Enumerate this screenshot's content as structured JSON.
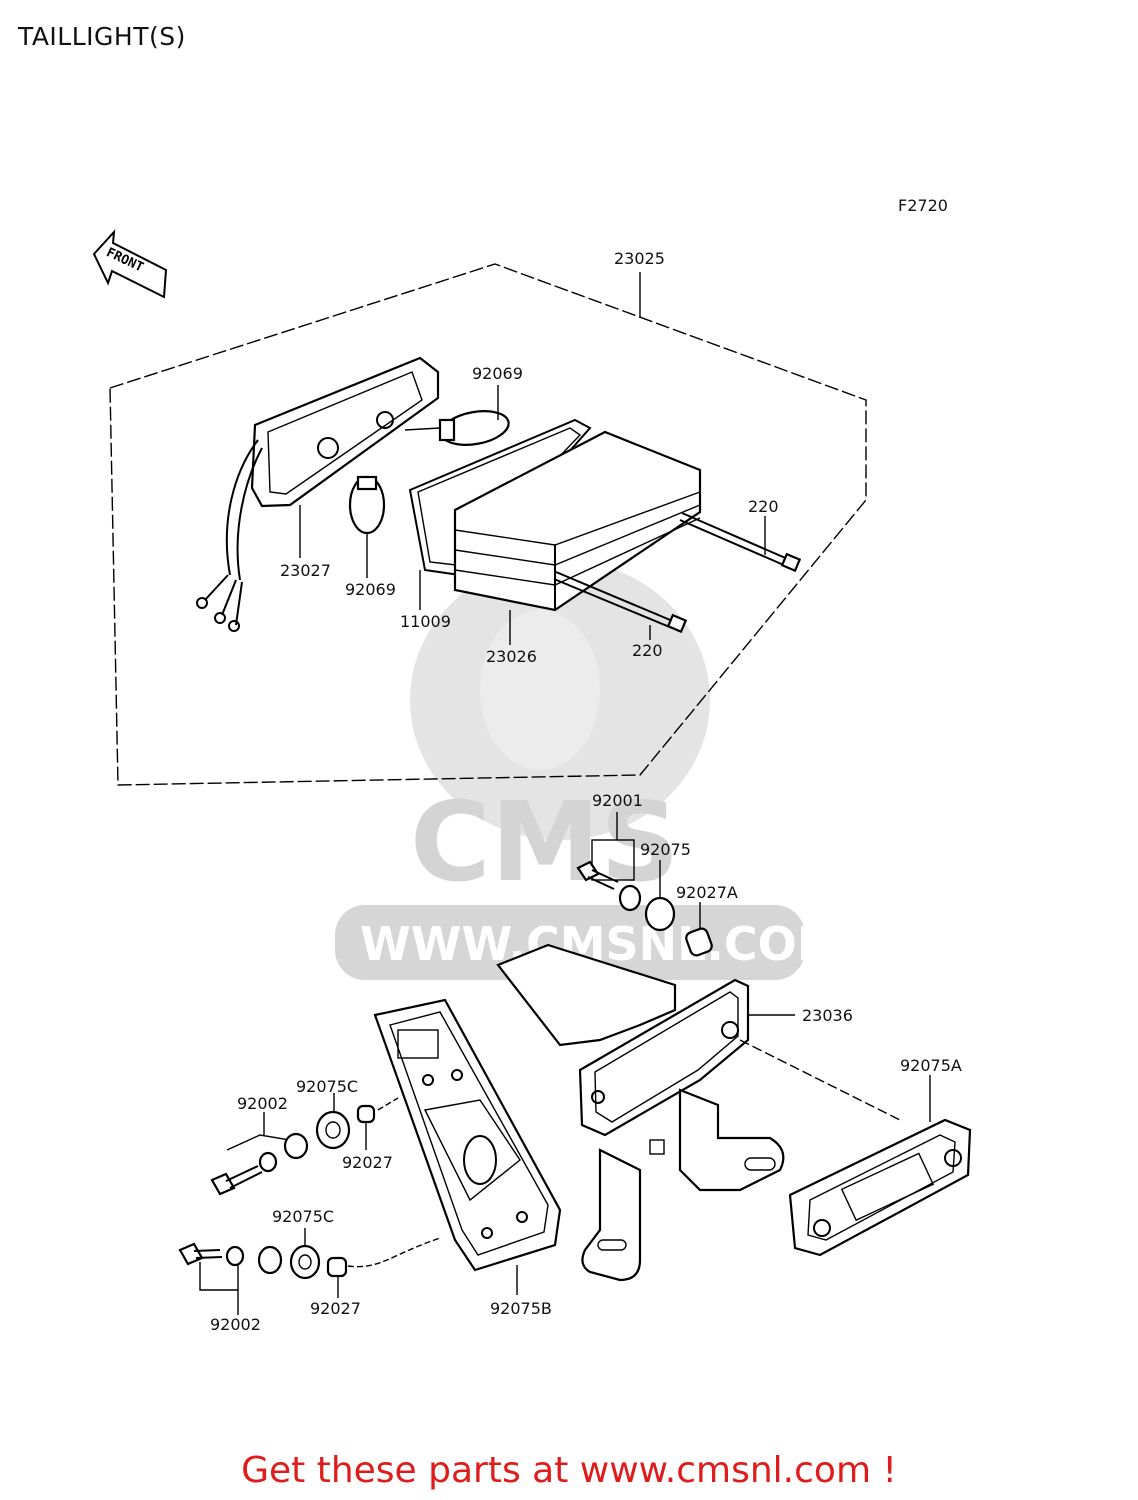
{
  "page": {
    "title": "TAILLIGHT(S)",
    "figure_code": "F2720",
    "front_arrow": "FRONT",
    "footer": "Get these parts at www.cmsnl.com !"
  },
  "watermark": {
    "logo": "CMS",
    "url": "WWW.CMSNL.COM"
  },
  "parts": {
    "taillight_assy": "23025",
    "bulb_upper": "92069",
    "bulb_lower": "92069",
    "socket": "23027",
    "gasket": "11009",
    "lens": "23026",
    "screw_upper": "220",
    "screw_lower": "220",
    "bolt_top": "92001",
    "damper_top": "92075",
    "collar_top": "92027A",
    "bracket": "23036",
    "pad_right": "92075A",
    "damper_left_upper": "92075C",
    "bolt_left_upper": "92002",
    "collar_left_upper": "92027",
    "damper_left_lower": "92075C",
    "bolt_left_lower": "92002",
    "collar_left_lower": "92027",
    "plate_left": "92075B"
  }
}
